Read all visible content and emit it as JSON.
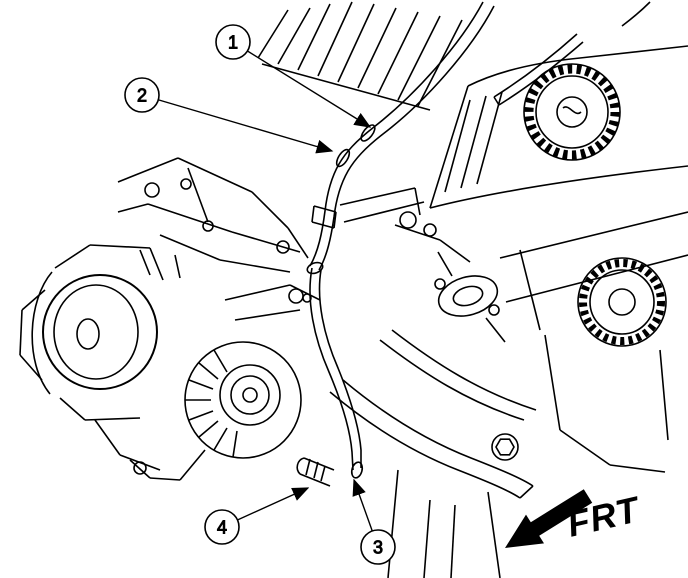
{
  "diagram": {
    "callouts": [
      {
        "label": "1"
      },
      {
        "label": "2"
      },
      {
        "label": "3"
      },
      {
        "label": "4"
      }
    ],
    "direction_indicator": {
      "label": "FRT"
    }
  }
}
